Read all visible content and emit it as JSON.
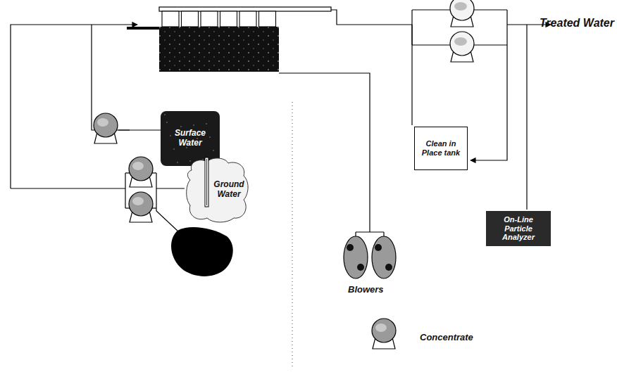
{
  "diagram": {
    "nodes": [
      {
        "text": [
          "Surface Water"
        ]
      },
      {
        "text": [
          "Ground Water"
        ]
      },
      {
        "text": [
          "Clean in Place tank"
        ]
      },
      {
        "text": [
          "On-Line Particle Analyzer"
        ]
      }
    ],
    "labels": [
      "Treated Water",
      "Blowers",
      "Concentrate"
    ]
  }
}
